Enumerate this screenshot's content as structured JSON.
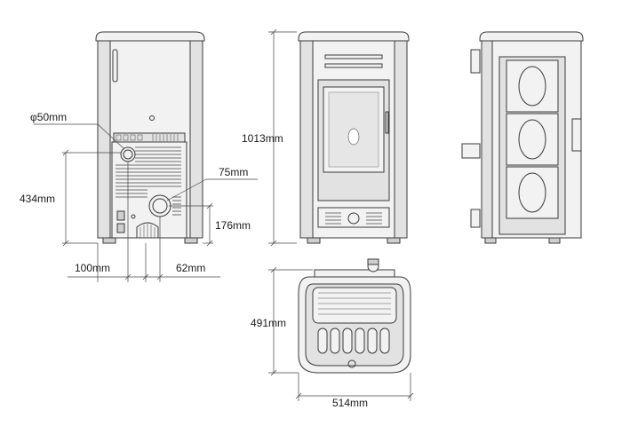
{
  "dimensions": {
    "flue_diameter": "φ50mm",
    "back_height": "434mm",
    "outlet_diameter": "75mm",
    "outlet_height": "176mm",
    "left_offset": "100mm",
    "spacing": "62mm",
    "total_height": "1013mm",
    "depth": "491mm",
    "width": "514mm"
  }
}
